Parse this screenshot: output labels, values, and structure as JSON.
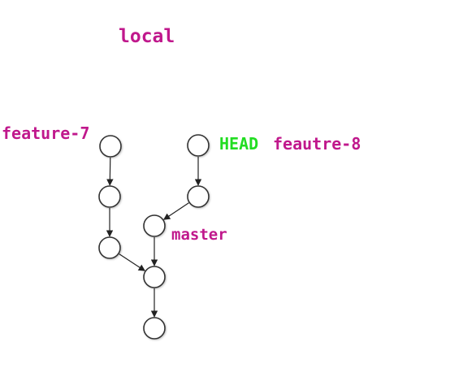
{
  "title": "local",
  "colors": {
    "label": "#c0188c",
    "head": "#22dd22",
    "node_stroke": "#333333",
    "node_fill": "#ffffff",
    "edge": "#222222"
  },
  "labels": {
    "feature7": "feature-7",
    "head": "HEAD",
    "feature8": "feautre-8",
    "master": "master"
  },
  "commits": [
    {
      "id": "f7-top"
    },
    {
      "id": "f7-mid"
    },
    {
      "id": "f7-low"
    },
    {
      "id": "f8-top"
    },
    {
      "id": "f8-mid"
    },
    {
      "id": "master"
    },
    {
      "id": "merge"
    },
    {
      "id": "root"
    }
  ],
  "edges": [
    [
      "f7-top",
      "f7-mid"
    ],
    [
      "f7-mid",
      "f7-low"
    ],
    [
      "f7-low",
      "merge"
    ],
    [
      "f8-top",
      "f8-mid"
    ],
    [
      "f8-mid",
      "master"
    ],
    [
      "master",
      "merge"
    ],
    [
      "merge",
      "root"
    ]
  ]
}
